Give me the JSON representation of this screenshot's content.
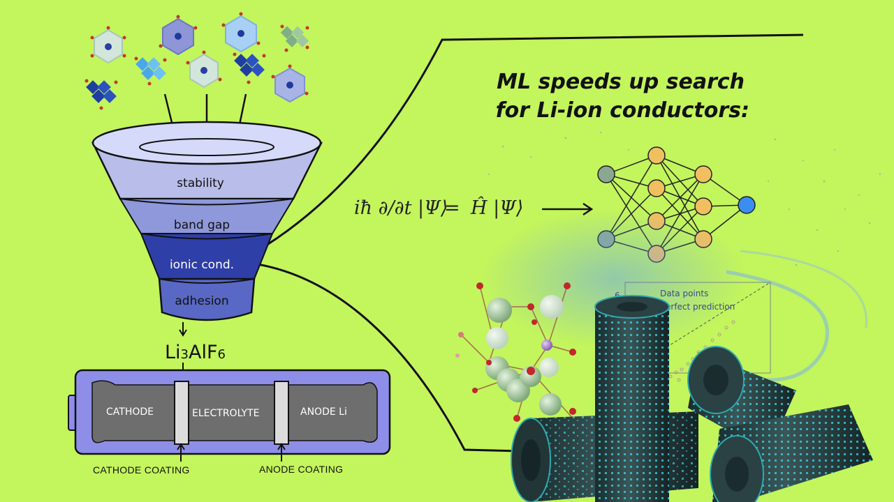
{
  "headline": {
    "line1": "ML speeds up search",
    "line2": "for Li-ion conductors:"
  },
  "funnel": {
    "layers": [
      "stability",
      "band gap",
      "ionic cond.",
      "adhesion"
    ]
  },
  "formula": {
    "main": "Li",
    "sub1": "3",
    "mid": "AlF",
    "sub2": "6"
  },
  "battery": {
    "cathode": "CATHODE",
    "electrolyte": "ELECTROLYTE",
    "anode": "ANODE Li",
    "cathode_coating": "CATHODE COATING",
    "anode_coating": "ANODE COATING"
  },
  "equation": {
    "lhs": "iħ ∂/∂t |Ψ⟩",
    "equals": "=",
    "rhs": "Ĥ |Ψ⟩"
  },
  "plot_inset": {
    "tick": "6",
    "legend1": "Data points",
    "legend2": "erfect prediction"
  },
  "colors": {
    "background": "#c3f55c",
    "funnel_top": "#c9cef0",
    "funnel_mid": "#8e98da",
    "funnel_highlight": "#2f3fa8",
    "battery_case": "#8e8ee8",
    "battery_body": "#6f6f6f",
    "nn_input": "#8aa890",
    "nn_hidden": "#f0c060",
    "nn_output": "#3a8ef0",
    "cylinder": "#2b4042",
    "glow": "#33e0e0"
  },
  "icons": [
    "crystal-structure-icon",
    "funnel-icon",
    "battery-icon",
    "neural-network-icon",
    "battery-cell-icon"
  ]
}
